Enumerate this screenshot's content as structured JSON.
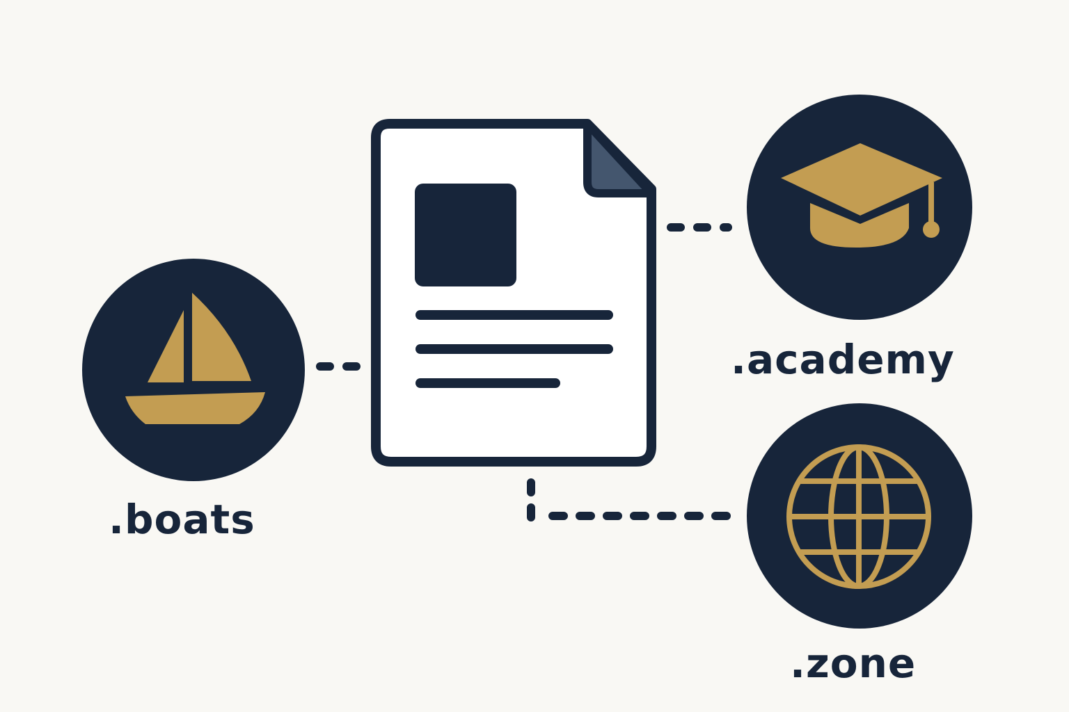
{
  "colors": {
    "background": "#f9f8f4",
    "navy": "#17253a",
    "gold": "#c39d52",
    "fold": "#44566e",
    "page": "#ffffff"
  },
  "center": {
    "icon": "document-icon"
  },
  "nodes": [
    {
      "id": "boats",
      "label": ".boats",
      "icon": "sailboat-icon"
    },
    {
      "id": "academy",
      "label": ".academy",
      "icon": "graduation-cap-icon"
    },
    {
      "id": "zone",
      "label": ".zone",
      "icon": "globe-icon"
    }
  ]
}
